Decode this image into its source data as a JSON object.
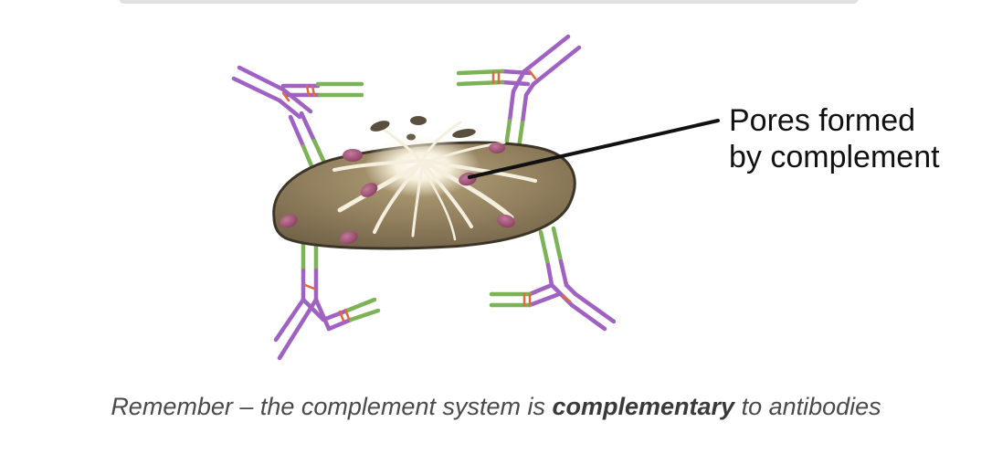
{
  "diagram": {
    "label_line1": "Pores formed",
    "label_line2": "by complement",
    "caption_before": "Remember – the complement system is ",
    "caption_bold": "complementary",
    "caption_after": " to antibodies"
  },
  "colors": {
    "cell_fill": "#8f7d5c",
    "cell_outline": "#3d3528",
    "pore_fill": "#9c4e70",
    "heavy_chain": "#a062c2",
    "light_chain": "#7bb356",
    "disulfide": "#e06a3b",
    "leader_line": "#111111"
  }
}
